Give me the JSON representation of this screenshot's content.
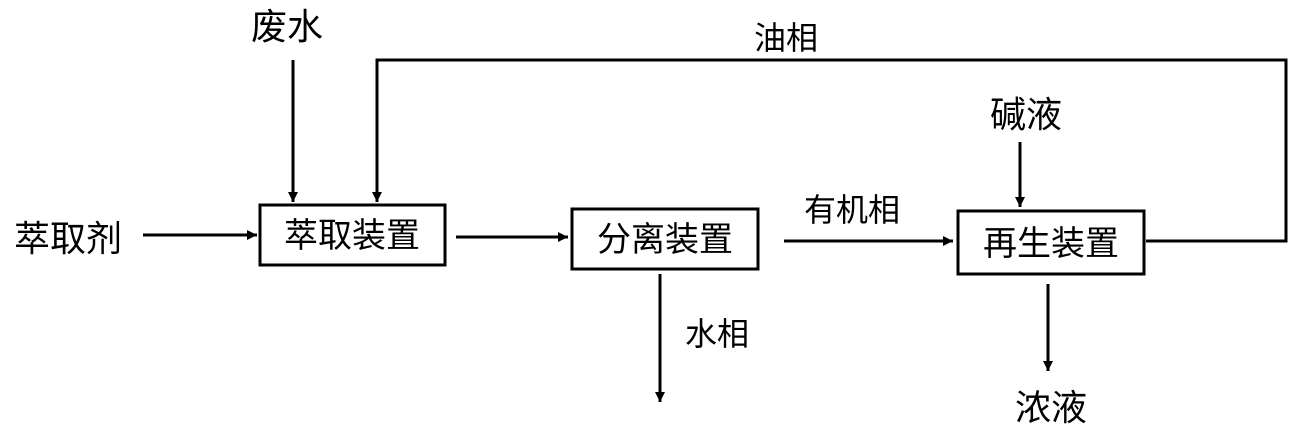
{
  "inputs": {
    "waste_water": "废水",
    "extractant": "萃取剂",
    "alkali": "碱液"
  },
  "units": {
    "extraction": "萃取装置",
    "separation": "分离装置",
    "regeneration": "再生装置"
  },
  "streams": {
    "oil_phase": "油相",
    "organic_phase": "有机相",
    "water_phase": "水相",
    "concentrate": "浓液"
  }
}
